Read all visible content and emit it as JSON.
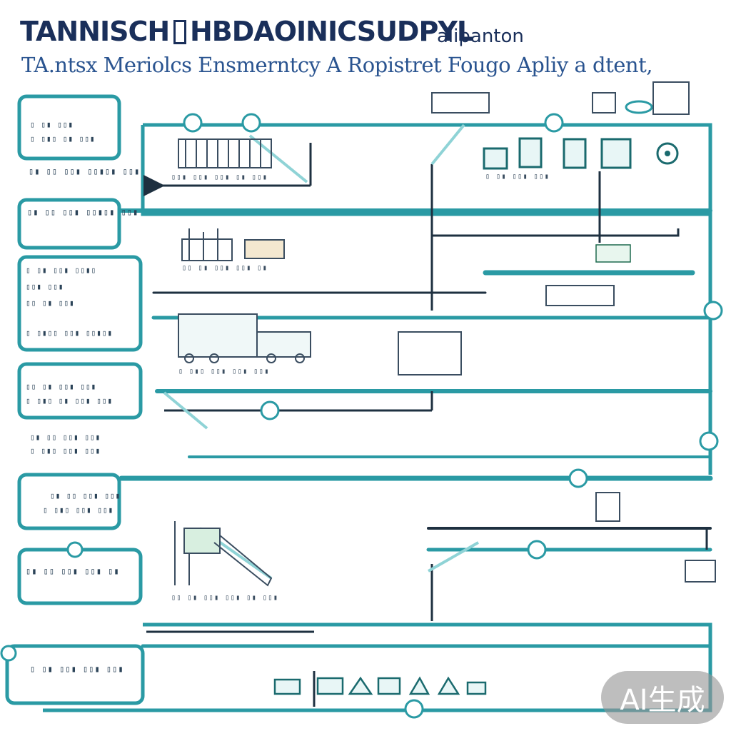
{
  "title": {
    "part1": "TANNISCH",
    "part2": "HBDAOINICSUDPYL",
    "part3": "alipanton",
    "subtitle": "TA.ntsx Meriolcs Ensmerntcy A Ropistret Fougo Apliy a dtent,"
  },
  "left_boxes": [
    {
      "lines": [
        "▯ ▯▮ ▯▯▮",
        "▯ ▯▮▯ ▯▮ ▯▯▮"
      ]
    },
    {
      "lines": [
        "▯▮ ▯▯ ▯▯▮ ▯▯▮▯▮ ▯▯▮"
      ]
    },
    {
      "lines": [
        "▯ ▯▮ ▯▯▮ ▯▯▮▯",
        "▯▯▮ ▯▯▮",
        "▯▯ ▯▮ ▯▯▮",
        "▯ ▯▮▯▯ ▯▯▮ ▯▯▮▯▮"
      ]
    },
    {
      "lines": [
        "▯▯ ▯▮ ▯▯▮ ▯▯▮",
        "▯ ▯▮▯ ▯▮ ▯▯▮ ▯▯▮"
      ]
    },
    {
      "lines": [
        "▯▮ ▯▯ ▯▯▮ ▯▯▮",
        "▯ ▯▮▯ ▯▯▮ ▯▯▮"
      ]
    },
    {
      "lines": [
        "▯▮ ▯▯ ▯▯▮ ▯▯▮ ▯▮"
      ]
    },
    {
      "lines": [
        "▯ ▯▮ ▯▯▮ ▯▯▮ ▯▯▮"
      ]
    }
  ],
  "captions": {
    "c1": "▯▯▮ ▯▯▮ ▯▯▮ ▯▮ ▯▯▮",
    "c2": "▯ ▯▮ ▯▯▮ ▯▯▮",
    "c3": "▯▯ ▯▮ ▯▯▮ ▯▯▮ ▯▮",
    "c4": "▯ ▯▮▯ ▯▯▮ ▯▯▮ ▯▯▮",
    "c5": "▯▯ ▯▮ ▯▯▮ ▯▯▮ ▯▮ ▯▯▮"
  },
  "watermark": "AI生成",
  "colors": {
    "teal": "#2a9aa4",
    "teal_light": "#8fd3d6",
    "navy": "#1a2f5a",
    "dark": "#1e3040"
  }
}
